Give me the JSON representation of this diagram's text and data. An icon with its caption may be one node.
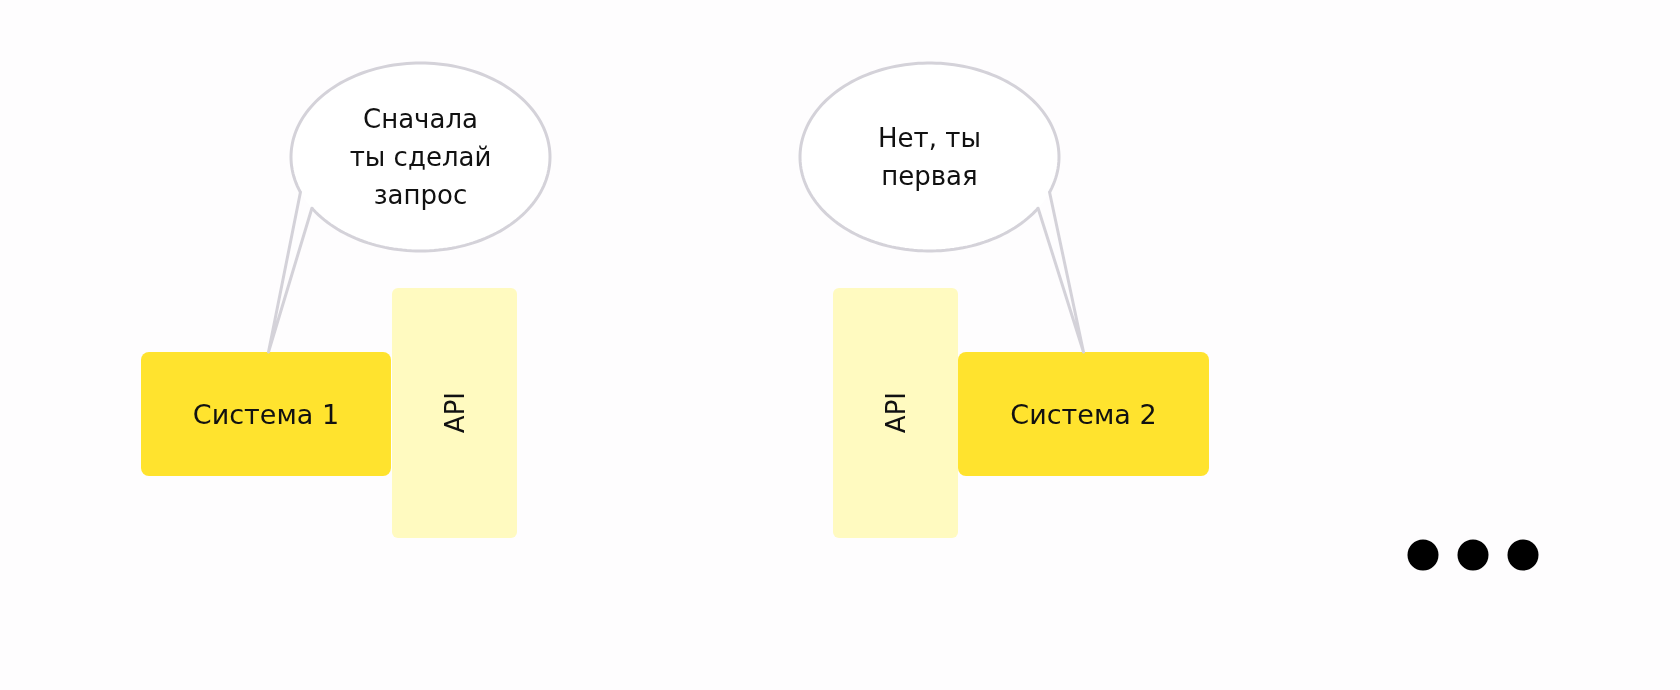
{
  "diagram": {
    "nodes": [
      {
        "text": [
          "Сначала ты сделай запрос"
        ]
      },
      {
        "text": [
          "Система 1"
        ]
      },
      {
        "text": [
          "API"
        ]
      },
      {
        "text": [
          "Нет, ты первая"
        ]
      },
      {
        "text": [
          "API"
        ]
      },
      {
        "text": [
          "Система 2"
        ]
      }
    ],
    "edges": [
      {
        "from": 0,
        "to": 1,
        "arrow": "none"
      },
      {
        "from": 3,
        "to": 5,
        "arrow": "none"
      }
    ]
  }
}
